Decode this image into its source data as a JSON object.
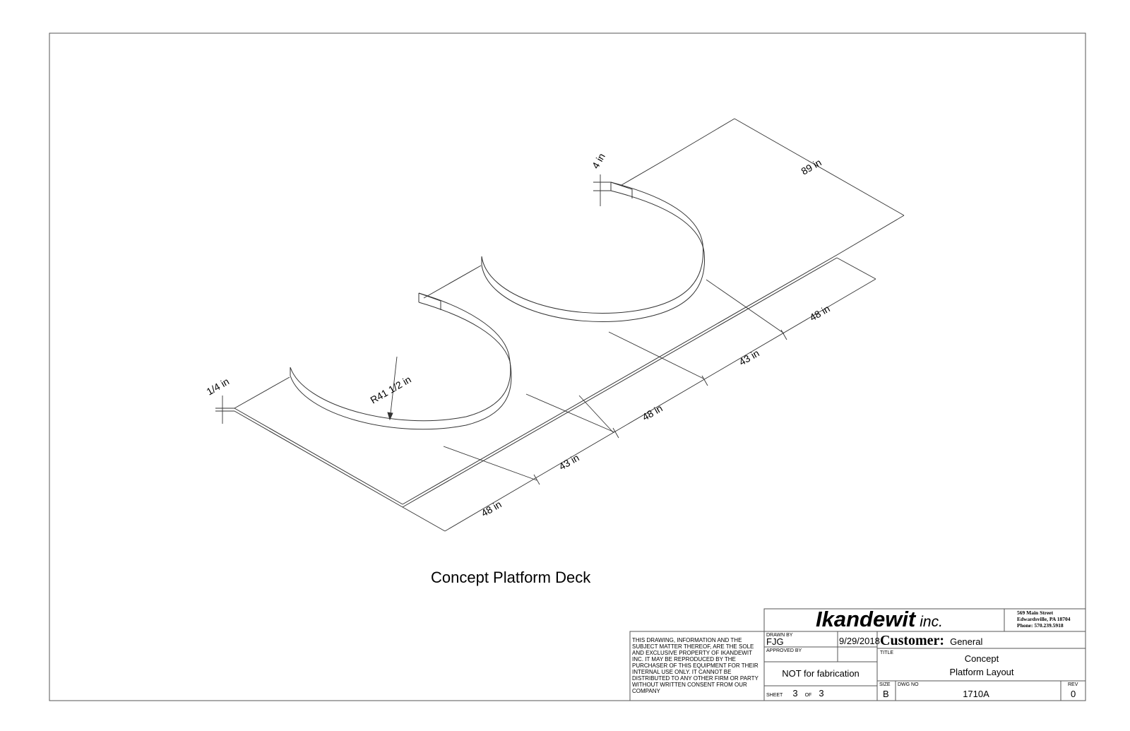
{
  "drawing": {
    "caption": "Concept Platform Deck",
    "dimensions": {
      "thickness": "1/4 in",
      "rail_height": "4 in",
      "radius": "R41 1/2 in",
      "depth": "89 in",
      "span_a": "48 in",
      "gap_a": "43 in",
      "span_b": "48 in",
      "gap_b": "43 in",
      "span_c": "48 in"
    }
  },
  "title_block": {
    "company": "Ikandewit",
    "company_suffix": "inc.",
    "address_1": "569 Main Street",
    "address_2": "Edwardsville, PA 18704",
    "phone": "Phone: 570.239.5918",
    "disclaimer": [
      "THIS DRAWING, INFORMATION AND THE",
      "SUBJECT MATTER THEREOF, ARE THE SOLE",
      "AND EXCLUSIVE PROPERTY OF IKANDEWIT",
      "INC. IT MAY BE REPRODUCED BY THE",
      "PURCHASER OF THIS EQUIPMENT FOR THEIR",
      "INTERNAL USE ONLY. IT CANNOT BE",
      "DISTRIBUTED TO ANY OTHER FIRM OR PARTY",
      "WITHOUT WRITTEN CONSENT FROM OUR",
      "COMPANY"
    ],
    "drawn_by_label": "DRAWN BY",
    "drawn_by": "FJG",
    "date": "9/29/2018",
    "approved_by_label": "APPROVED BY",
    "fabrication_note": "NOT for fabrication",
    "sheet_label": "SHEET",
    "sheet_num": "3",
    "of_label": "OF",
    "sheet_total": "3",
    "customer_label": "Customer:",
    "customer": "General",
    "title_label": "TITLE",
    "title_1": "Concept",
    "title_2": "Platform Layout",
    "size_label": "SIZE",
    "size": "B",
    "dwg_label": "DWG NO",
    "dwg_no": "1710A",
    "rev_label": "REV",
    "rev": "0"
  }
}
